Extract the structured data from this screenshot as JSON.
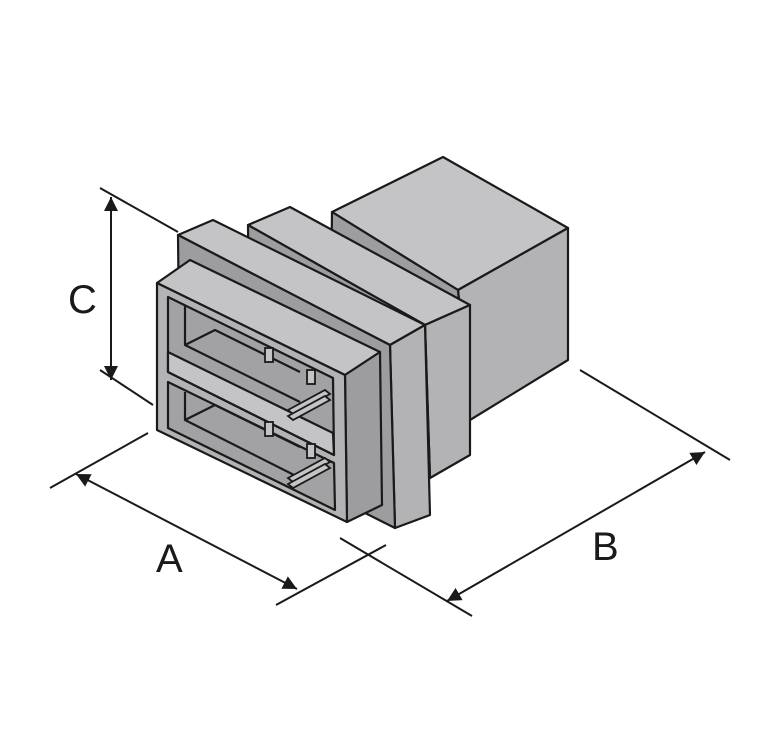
{
  "labels": {
    "a": "A",
    "b": "B",
    "c": "C"
  },
  "colors": {
    "body_face": "#b3b3b5",
    "body_light": "#c4c4c6",
    "body_dark": "#9d9d9f",
    "cavity": "#a2a2a4",
    "outline": "#1a1a1a",
    "dimension_line": "#1a1a1a",
    "background": "#ffffff"
  }
}
